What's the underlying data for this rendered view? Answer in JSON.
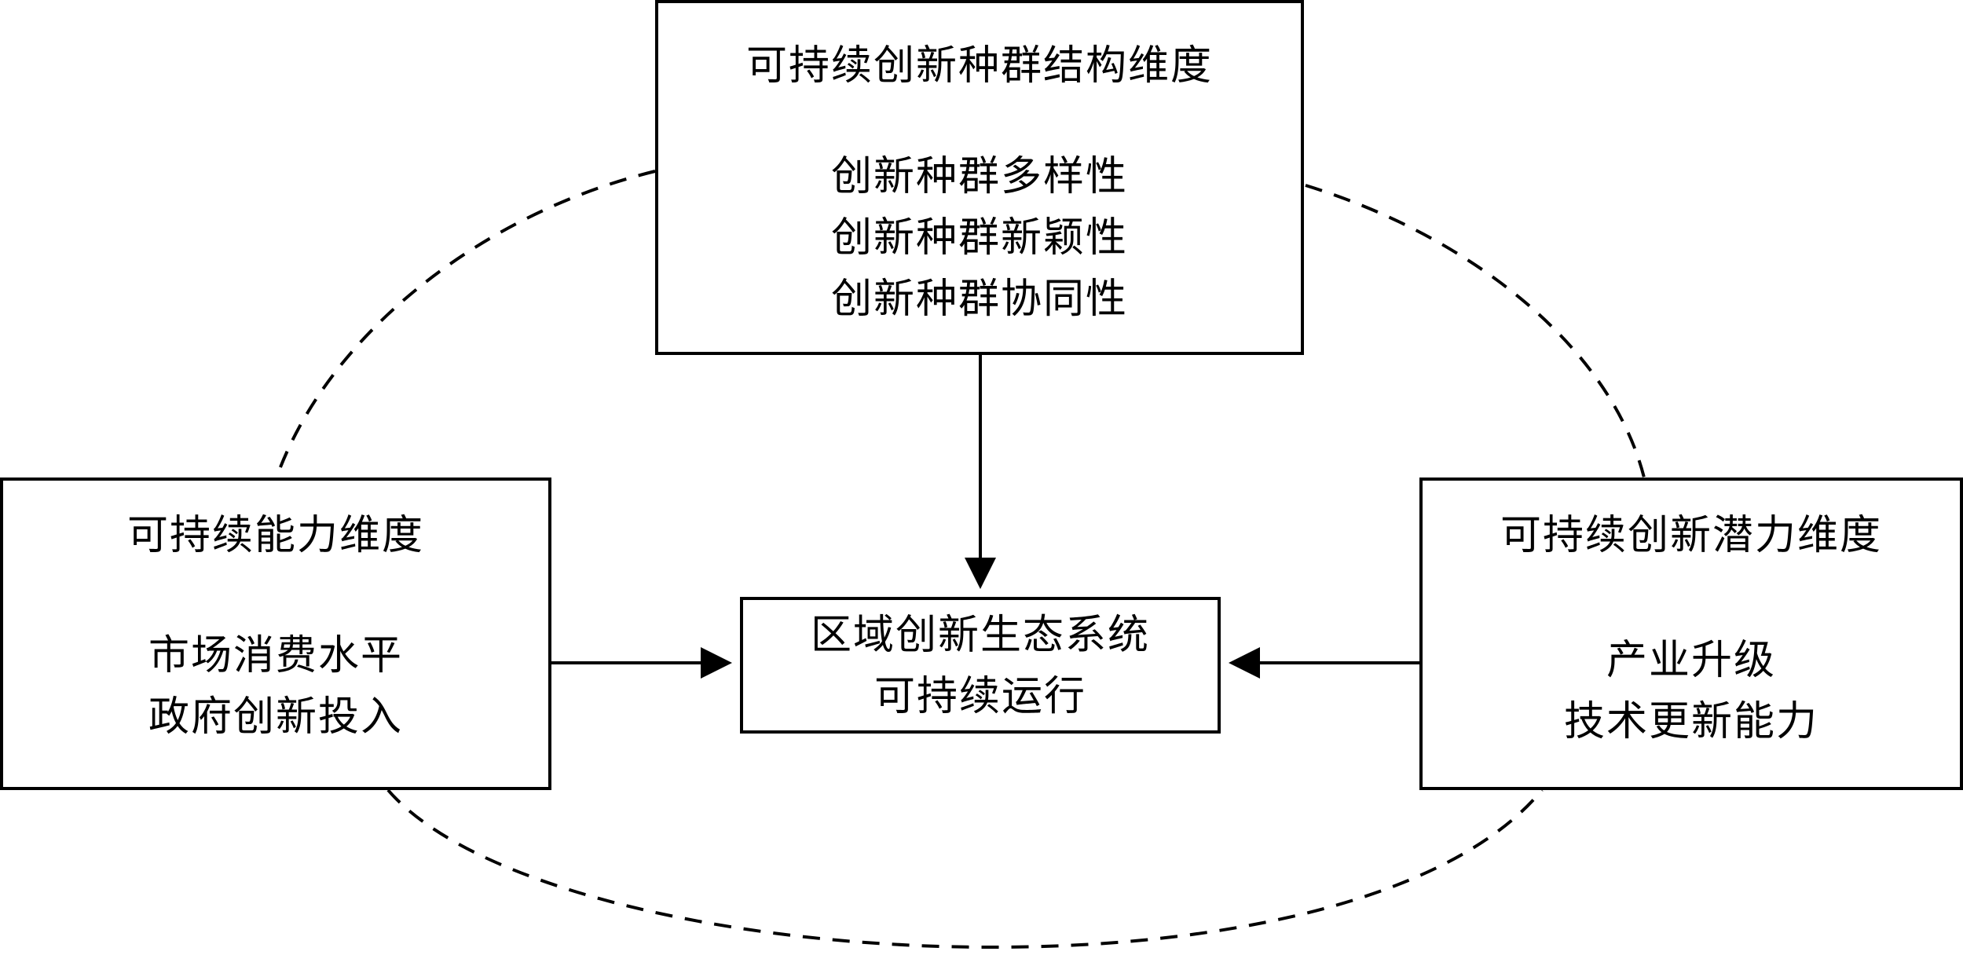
{
  "diagram": {
    "structure_dimension": {
      "title": "可持续创新种群结构维度",
      "items": [
        "创新种群多样性",
        "创新种群新颖性",
        "创新种群协同性"
      ]
    },
    "capability_dimension": {
      "title": "可持续能力维度",
      "items": [
        "市场消费水平",
        "政府创新投入"
      ]
    },
    "potential_dimension": {
      "title": "可持续创新潜力维度",
      "items": [
        "产业升级",
        "技术更新能力"
      ]
    },
    "center": {
      "lines": [
        "区域创新生态系统",
        "可持续运行"
      ]
    },
    "colors": {
      "stroke": "#000000",
      "background": "#ffffff"
    }
  }
}
